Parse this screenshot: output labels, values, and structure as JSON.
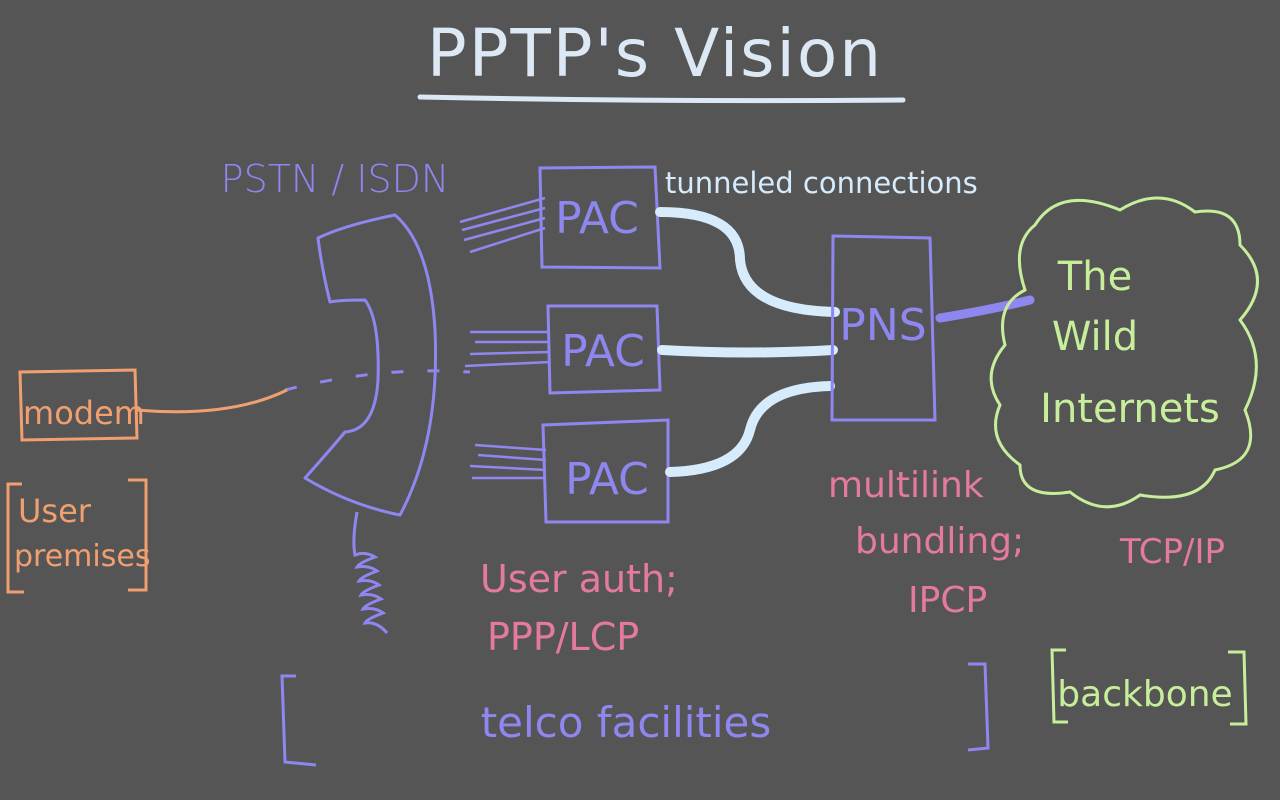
{
  "title": "PPTP's Vision",
  "labels": {
    "pstn": "PSTN / ISDN",
    "tunneled": "tunneled connections",
    "modem": "modem",
    "user_premises_1": "User",
    "user_premises_2": "premises",
    "pac1": "PAC",
    "pac2": "PAC",
    "pac3": "PAC",
    "pns": "PNS",
    "internet_1": "The",
    "internet_2": "Wild",
    "internet_3": "Internets",
    "user_auth_1": "User auth;",
    "user_auth_2": "PPP/LCP",
    "multilink_1": "multilink",
    "multilink_2": "bundling;",
    "multilink_3": "IPCP",
    "tcpip": "TCP/IP",
    "telco": "telco facilities",
    "backbone": "backbone"
  },
  "colors": {
    "background": "#555555",
    "title": "#dde8f5",
    "telco": "#8f87f0",
    "tunnel": "#d6ebfb",
    "user": "#f0a070",
    "annotation": "#e57aa0",
    "backbone": "#c7ee9b"
  }
}
